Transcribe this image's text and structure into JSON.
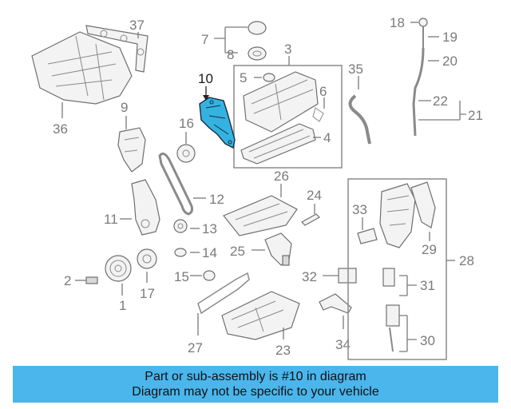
{
  "callouts": {
    "c1": "1",
    "c2": "2",
    "c3": "3",
    "c4": "4",
    "c5": "5",
    "c6": "6",
    "c7": "7",
    "c8": "8",
    "c9": "9",
    "c10": "10",
    "c11": "11",
    "c12": "12",
    "c13": "13",
    "c14": "14",
    "c15": "15",
    "c16": "16",
    "c17": "17",
    "c18": "18",
    "c19": "19",
    "c20": "20",
    "c21": "21",
    "c22": "22",
    "c23": "23",
    "c24": "24",
    "c25": "25",
    "c26": "26",
    "c27": "27",
    "c28": "28",
    "c29": "29",
    "c30": "30",
    "c31": "31",
    "c32": "32",
    "c33": "33",
    "c34": "34",
    "c35": "35",
    "c36": "36",
    "c37": "37"
  },
  "highlighted_part": "10",
  "colors": {
    "highlight": "#34b3e2",
    "banner": "#4ab6ec",
    "line_art": "#7a7a7a"
  },
  "banner": {
    "line1": "Part or sub-assembly is #10 in diagram",
    "line2": "Diagram may not be specific to your vehicle"
  }
}
